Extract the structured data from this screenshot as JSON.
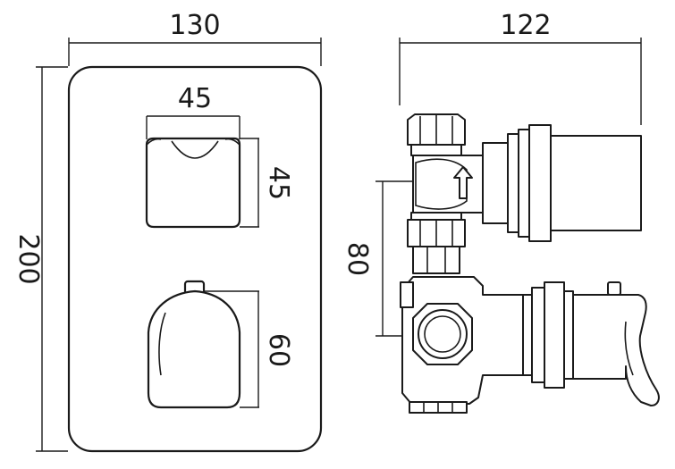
{
  "dimensions": {
    "plate_width": "130",
    "plate_height": "200",
    "knob_width": "45",
    "knob_height": "45",
    "lever_height": "60",
    "depth": "122",
    "port_spacing": "80"
  },
  "icons": {
    "flow_direction": "arrow-up-icon"
  }
}
